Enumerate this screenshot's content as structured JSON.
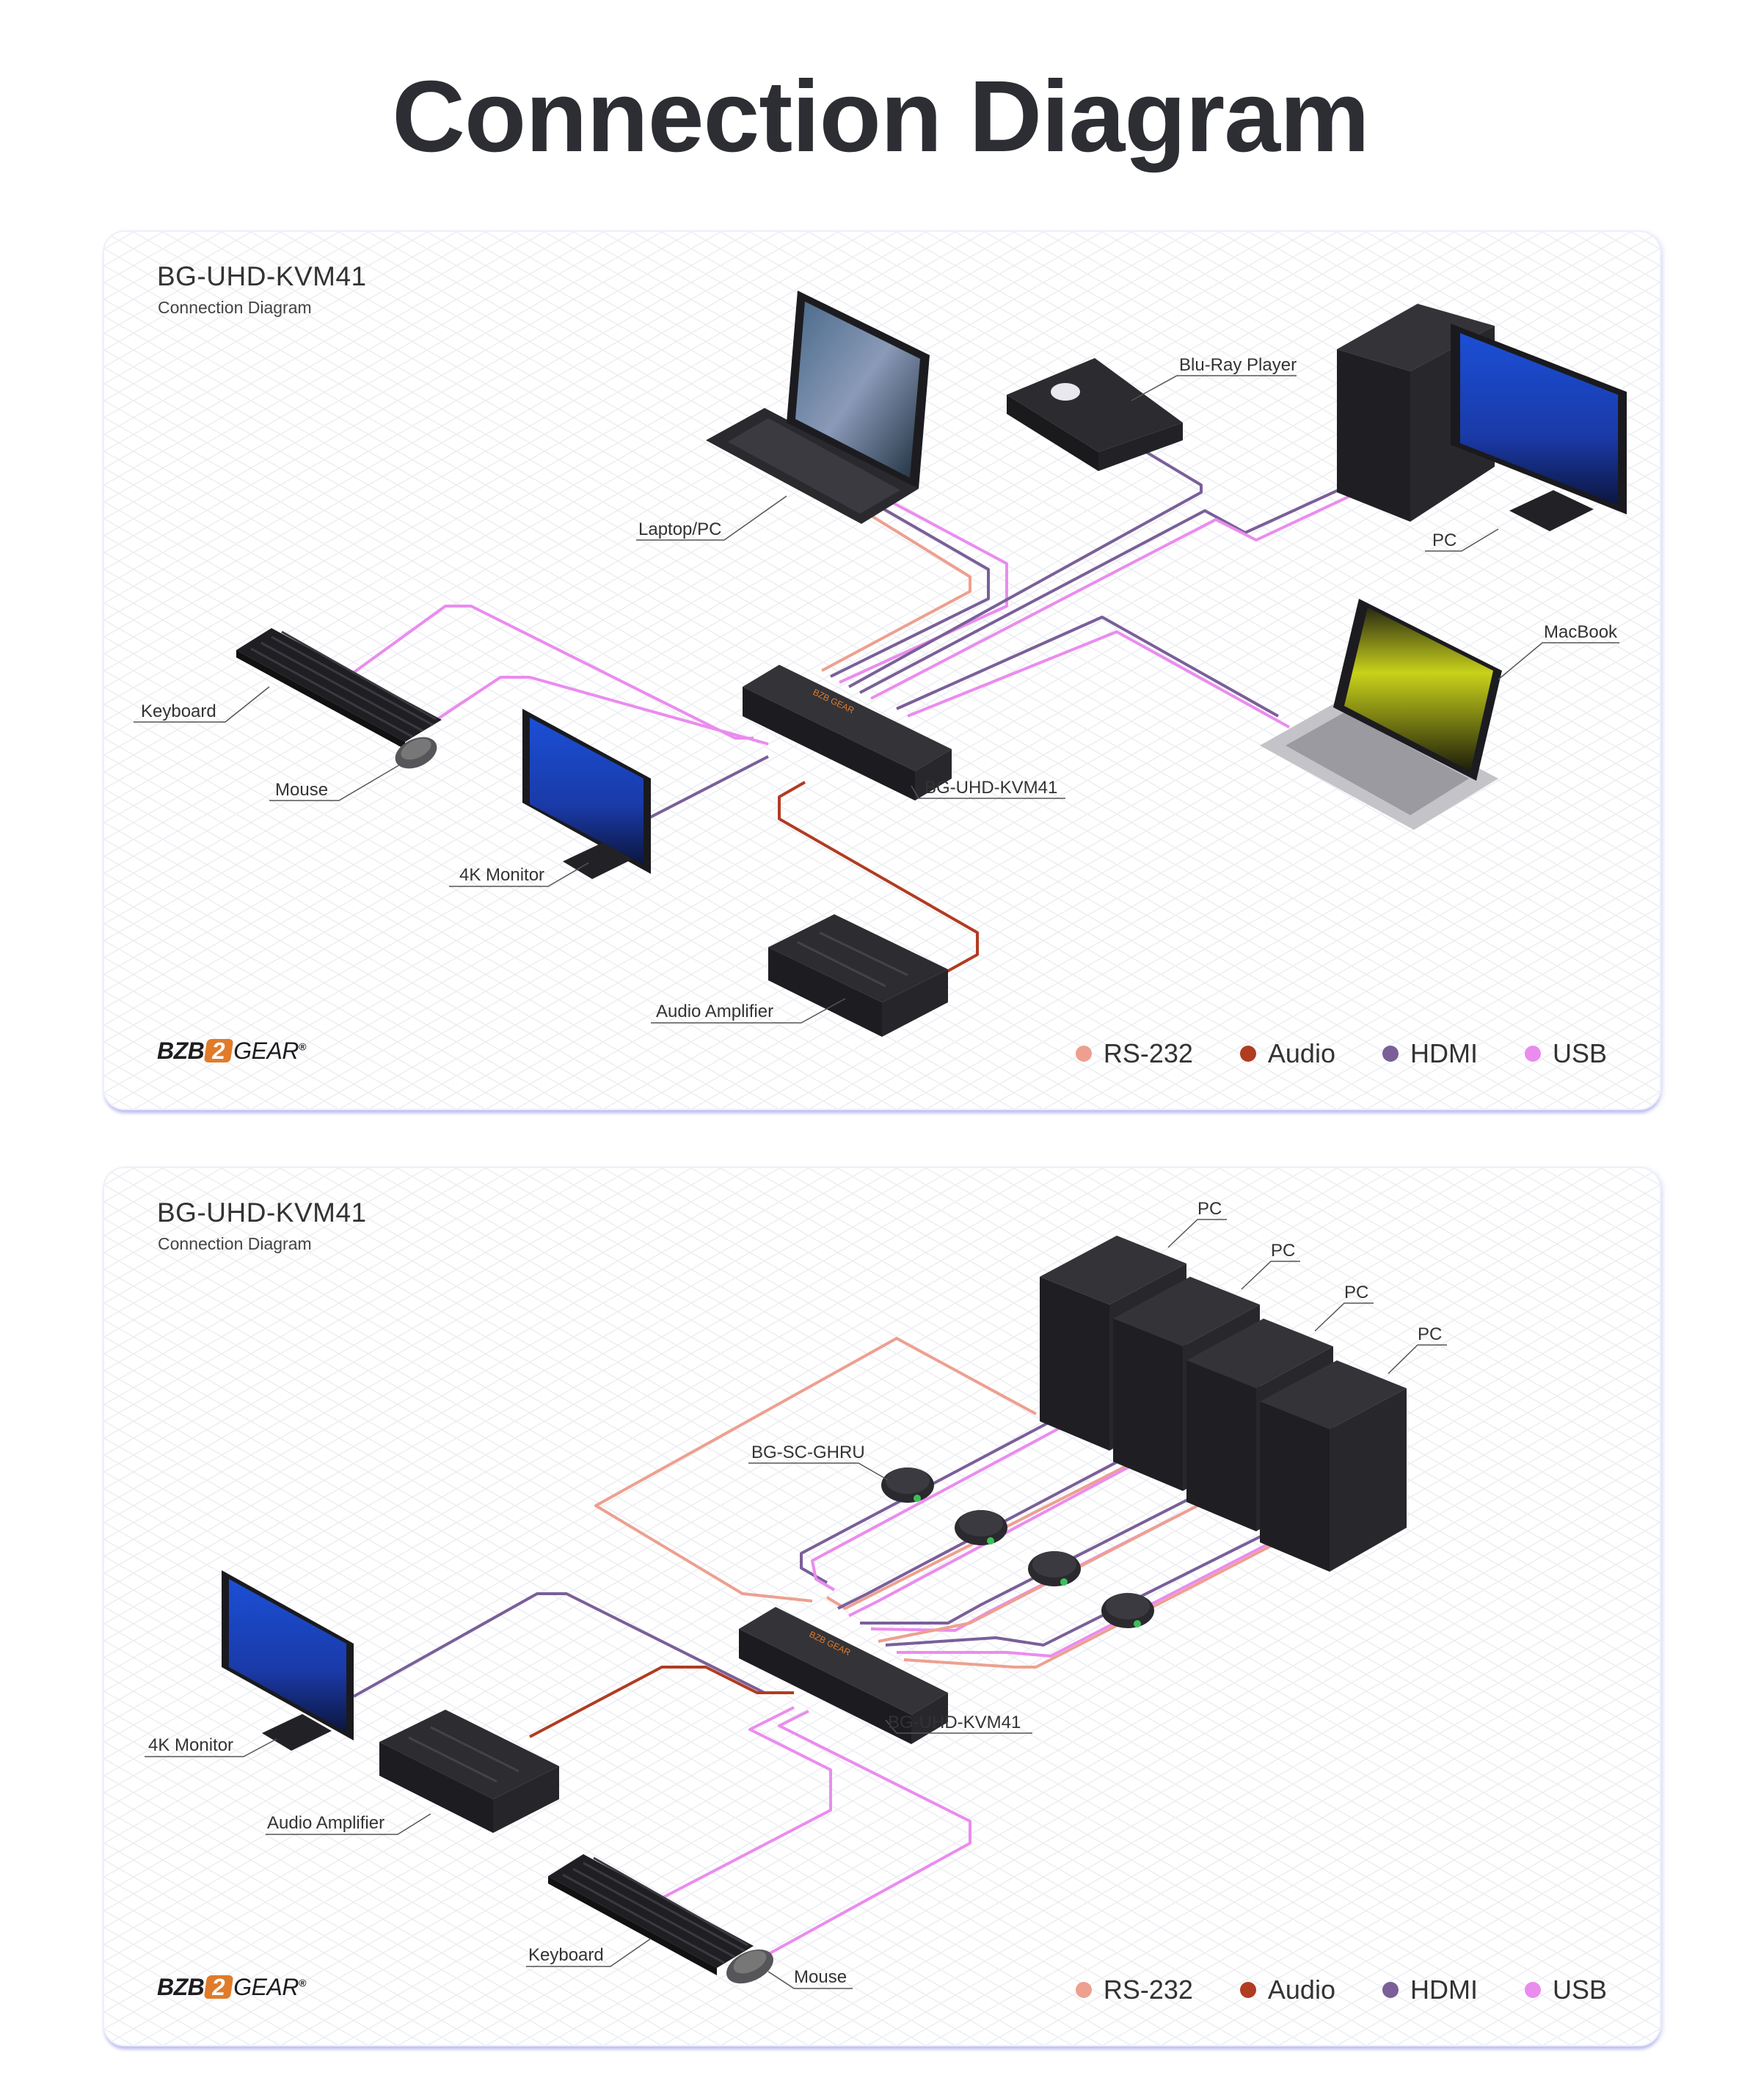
{
  "page": {
    "title": "Connection Diagram"
  },
  "brand": {
    "logo_text": "BZBGEAR"
  },
  "colors": {
    "rs232": "#eda090",
    "audio": "#b03c22",
    "hdmi": "#7a5f99",
    "usb": "#ea8cee",
    "device": "#2a2a2e",
    "grid": "#eceef2"
  },
  "legend": [
    {
      "label": "RS-232",
      "color": "#eda090"
    },
    {
      "label": "Audio",
      "color": "#b03c22"
    },
    {
      "label": "HDMI",
      "color": "#7a5f99"
    },
    {
      "label": "USB",
      "color": "#ea8cee"
    }
  ],
  "diagrams": [
    {
      "title": "BG-UHD-KVM41",
      "subtitle": "Connection Diagram",
      "labels": {
        "laptop": "Laptop/PC",
        "bluray": "Blu-Ray Player",
        "pc": "PC",
        "macbook": "MacBook",
        "keyboard": "Keyboard",
        "mouse": "Mouse",
        "switch": "BG-UHD-KVM41",
        "monitor": "4K Monitor",
        "amplifier": "Audio Amplifier"
      }
    },
    {
      "title": "BG-UHD-KVM41",
      "subtitle": "Connection Diagram",
      "labels": {
        "pc1": "PC",
        "pc2": "PC",
        "pc3": "PC",
        "pc4": "PC",
        "converter": "BG-SC-GHRU",
        "switch": "BG-UHD-KVM41",
        "monitor": "4K Monitor",
        "amplifier": "Audio Amplifier",
        "keyboard": "Keyboard",
        "mouse": "Mouse"
      }
    }
  ]
}
